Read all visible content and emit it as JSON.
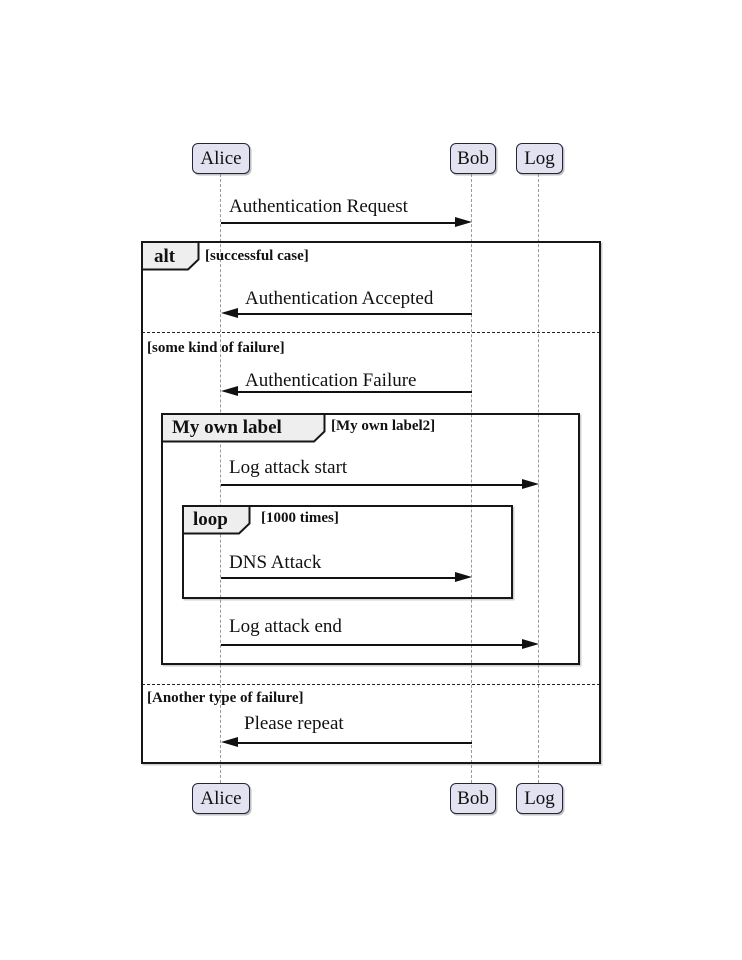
{
  "actors": {
    "alice": "Alice",
    "bob": "Bob",
    "log": "Log"
  },
  "messages": [
    {
      "text": "Authentication Request",
      "from": "Alice",
      "to": "Bob"
    },
    {
      "text": "Authentication Accepted",
      "from": "Bob",
      "to": "Alice"
    },
    {
      "text": "Authentication Failure",
      "from": "Bob",
      "to": "Alice"
    },
    {
      "text": "Log attack start",
      "from": "Alice",
      "to": "Log"
    },
    {
      "text": "DNS Attack",
      "from": "Alice",
      "to": "Bob"
    },
    {
      "text": "Log attack end",
      "from": "Alice",
      "to": "Log"
    },
    {
      "text": "Please repeat",
      "from": "Bob",
      "to": "Alice"
    }
  ],
  "frames": {
    "alt": {
      "label": "alt",
      "sections": [
        "[successful case]",
        "[some kind of failure]",
        "[Another type of failure]"
      ]
    },
    "custom": {
      "label": "My own label",
      "guard": "[My own label2]"
    },
    "loop": {
      "label": "loop",
      "guard": "[1000 times]"
    }
  },
  "colors": {
    "actor_fill": "#E2E2F0",
    "actor_border": "#24243C",
    "frame_border": "#161616",
    "frame_label_fill": "#EEEEEE",
    "lifeline": "#9A9A9A",
    "arrow": "#111111",
    "background": "#FFFFFF"
  }
}
